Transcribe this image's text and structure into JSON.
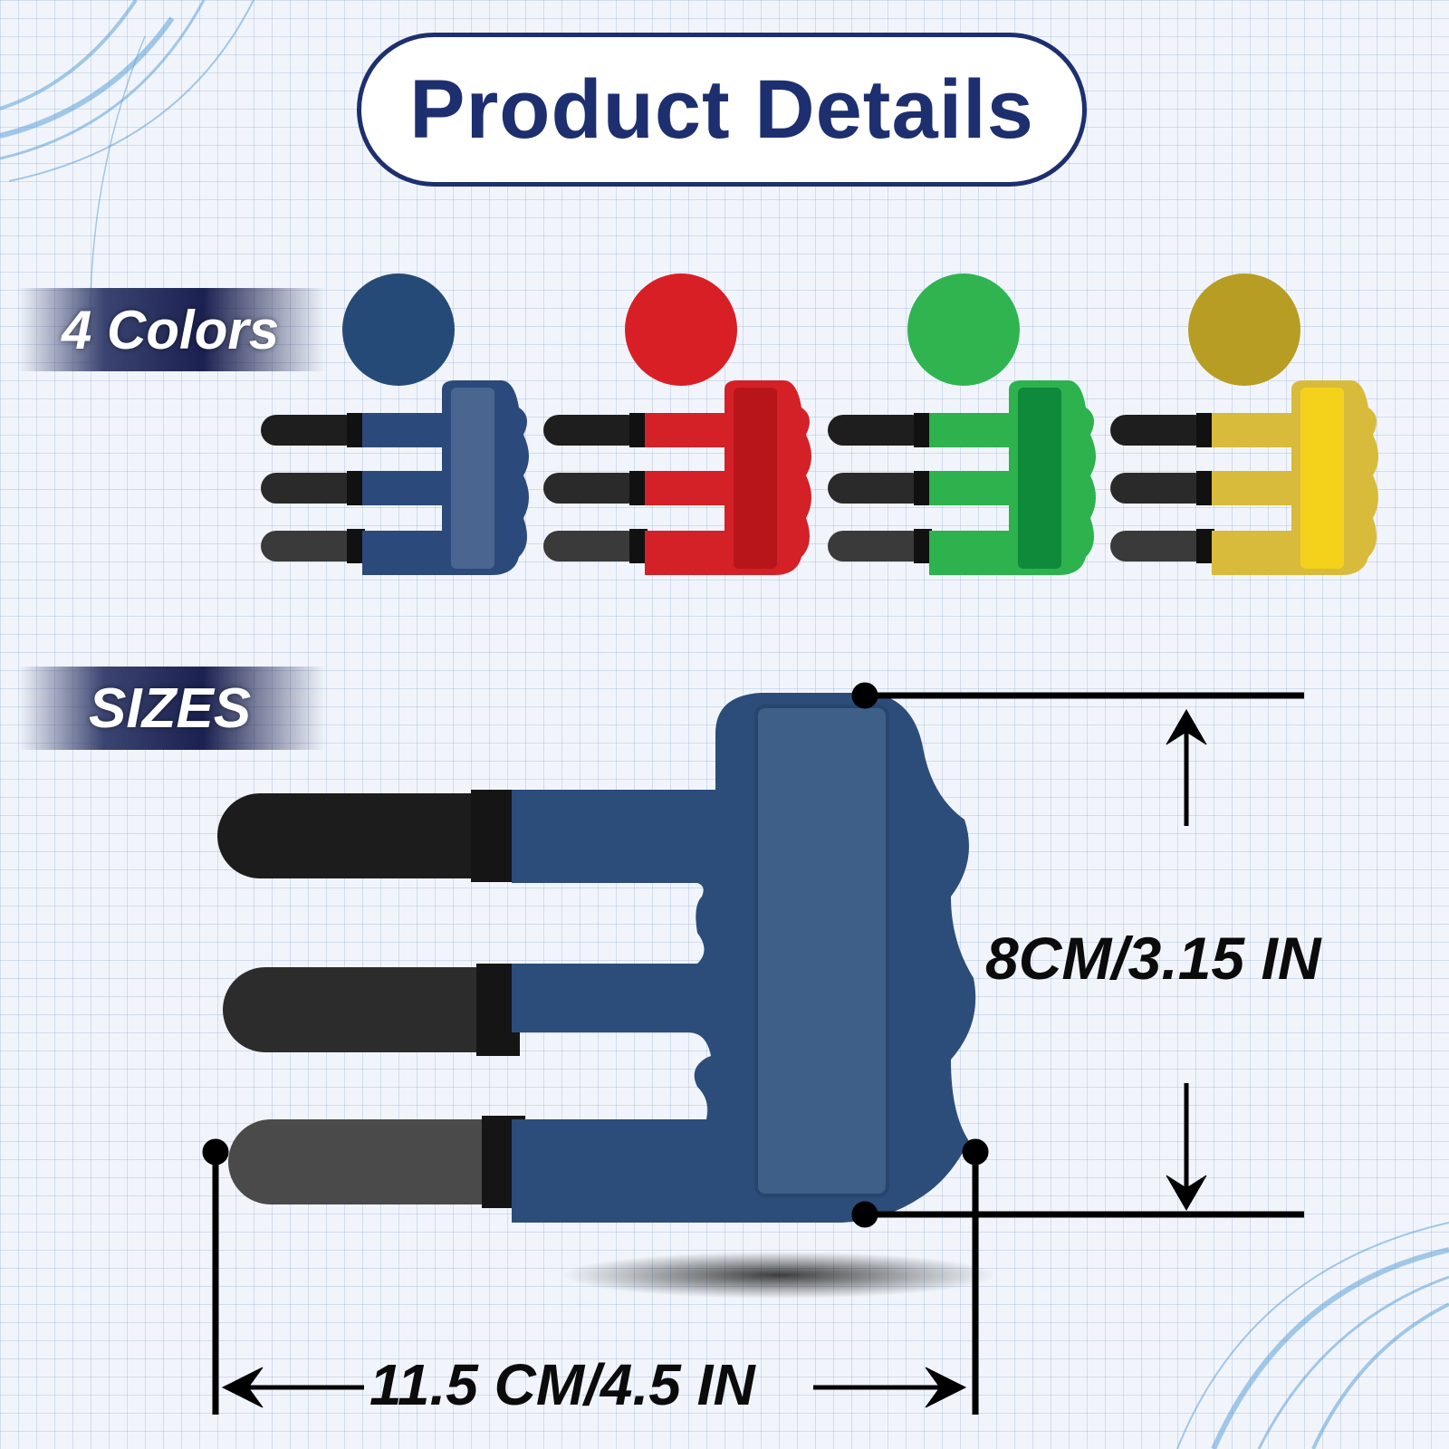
{
  "title": "Product Details",
  "colors_section": {
    "label": "4 Colors",
    "swatches": [
      {
        "name": "blue",
        "color": "#254a78",
        "accent": "#4c6a94"
      },
      {
        "name": "red",
        "color": "#d81f26",
        "accent": "#b5161c"
      },
      {
        "name": "green",
        "color": "#2fb450",
        "accent": "#0f8a3a"
      },
      {
        "name": "yellow",
        "color": "#d6b62c",
        "accent": "#f4d11a"
      }
    ]
  },
  "sizes_section": {
    "label": "SIZES",
    "height": "8CM/3.15 IN",
    "width": "11.5 CM/4.5 IN"
  },
  "icons": [
    "splint-blue",
    "splint-red",
    "splint-green",
    "splint-yellow",
    "splint-large",
    "arrow-up-icon",
    "arrow-down-icon",
    "arrow-left-icon",
    "arrow-right-icon"
  ]
}
